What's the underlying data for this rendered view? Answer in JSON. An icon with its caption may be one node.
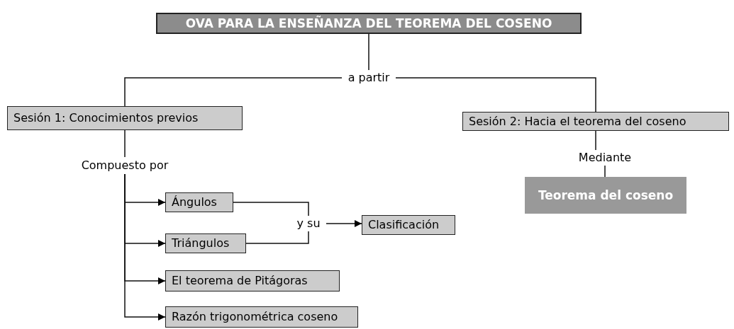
{
  "diagram": {
    "nodes": [
      {
        "text": [
          "OVA PARA LA ENSEÑANZA DEL TEOREMA DEL COSENO"
        ]
      },
      {
        "text": [
          "a partir"
        ]
      },
      {
        "text": [
          "Sesión 1: Conocimientos previos"
        ]
      },
      {
        "text": [
          "Sesión 2: Hacia el teorema del coseno"
        ]
      },
      {
        "text": [
          "Compuesto por"
        ]
      },
      {
        "text": [
          "Ángulos"
        ]
      },
      {
        "text": [
          "Triángulos"
        ]
      },
      {
        "text": [
          "El teorema de Pitágoras"
        ]
      },
      {
        "text": [
          "Razón trigonométrica coseno"
        ]
      },
      {
        "text": [
          "y su"
        ]
      },
      {
        "text": [
          "Clasificación"
        ]
      },
      {
        "text": [
          "Mediante"
        ]
      },
      {
        "text": [
          "Teorema del coseno"
        ]
      }
    ],
    "edges": [
      {
        "from": 0,
        "to": 1,
        "arrow": "none"
      },
      {
        "from": 1,
        "to": 2,
        "arrow": "none"
      },
      {
        "from": 1,
        "to": 3,
        "arrow": "none"
      },
      {
        "from": 2,
        "to": 4,
        "arrow": "none"
      },
      {
        "from": 4,
        "to": 5,
        "arrow": "to"
      },
      {
        "from": 4,
        "to": 6,
        "arrow": "to"
      },
      {
        "from": 4,
        "to": 7,
        "arrow": "to"
      },
      {
        "from": 4,
        "to": 8,
        "arrow": "to"
      },
      {
        "from": 5,
        "to": 9,
        "arrow": "none"
      },
      {
        "from": 6,
        "to": 9,
        "arrow": "none"
      },
      {
        "from": 9,
        "to": 10,
        "arrow": "to"
      },
      {
        "from": 3,
        "to": 11,
        "arrow": "none"
      },
      {
        "from": 11,
        "to": 12,
        "arrow": "none"
      }
    ]
  }
}
